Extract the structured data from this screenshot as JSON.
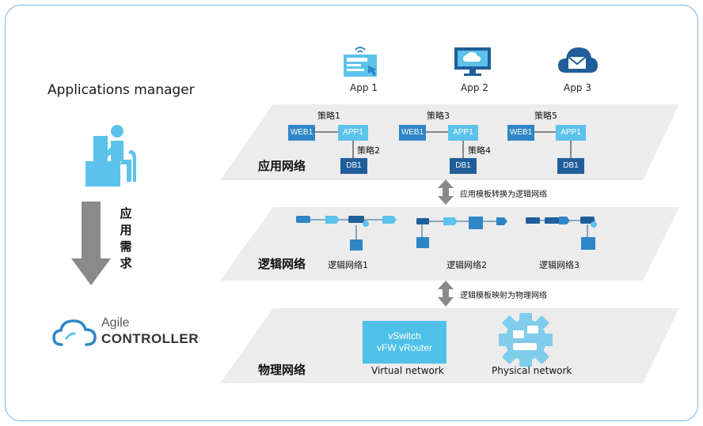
{
  "left": {
    "applications_manager": "Applications manager",
    "arrow_text": [
      "应",
      "用",
      "需",
      "求"
    ],
    "controller_line1": "Agile",
    "controller_line2": "CONTROLLER"
  },
  "apps": [
    {
      "label": "App 1",
      "icon": "app-terminal-icon"
    },
    {
      "label": "App 2",
      "icon": "monitor-icon"
    },
    {
      "label": "App 3",
      "icon": "cloud-mail-icon"
    }
  ],
  "app_layer": {
    "title": "应用网络",
    "groups": [
      {
        "web": "WEB1",
        "app": "APP1",
        "db": "DB1",
        "policy_top": "策略1",
        "policy_side": "策略2"
      },
      {
        "web": "WEB1",
        "app": "APP1",
        "db": "DB1",
        "policy_top": "策略3",
        "policy_side": "策略4"
      },
      {
        "web": "WEB1",
        "app": "APP1",
        "db": "DB1",
        "policy_top": "策略5",
        "policy_side": ""
      }
    ]
  },
  "arrow1_label": "应用模板转换为逻辑网络",
  "logic_layer": {
    "title": "逻辑网络",
    "nets": [
      "逻辑网络1",
      "逻辑网络2",
      "逻辑网络3"
    ]
  },
  "arrow2_label": "逻辑模板映射为物理网络",
  "physical_layer": {
    "title": "物理网络",
    "virtual_box_line1": "vSwitch",
    "virtual_box_line2": "vFW vRouter",
    "virtual_label": "Virtual network",
    "physical_label": "Physical network"
  },
  "colors": {
    "frame": "#7ab6e6",
    "plane": "#ececec",
    "light_blue": "#5bc3ea",
    "mid_blue": "#2f86c6",
    "dark_blue": "#1f5e99",
    "arrow_gray": "#7b7b7b"
  }
}
